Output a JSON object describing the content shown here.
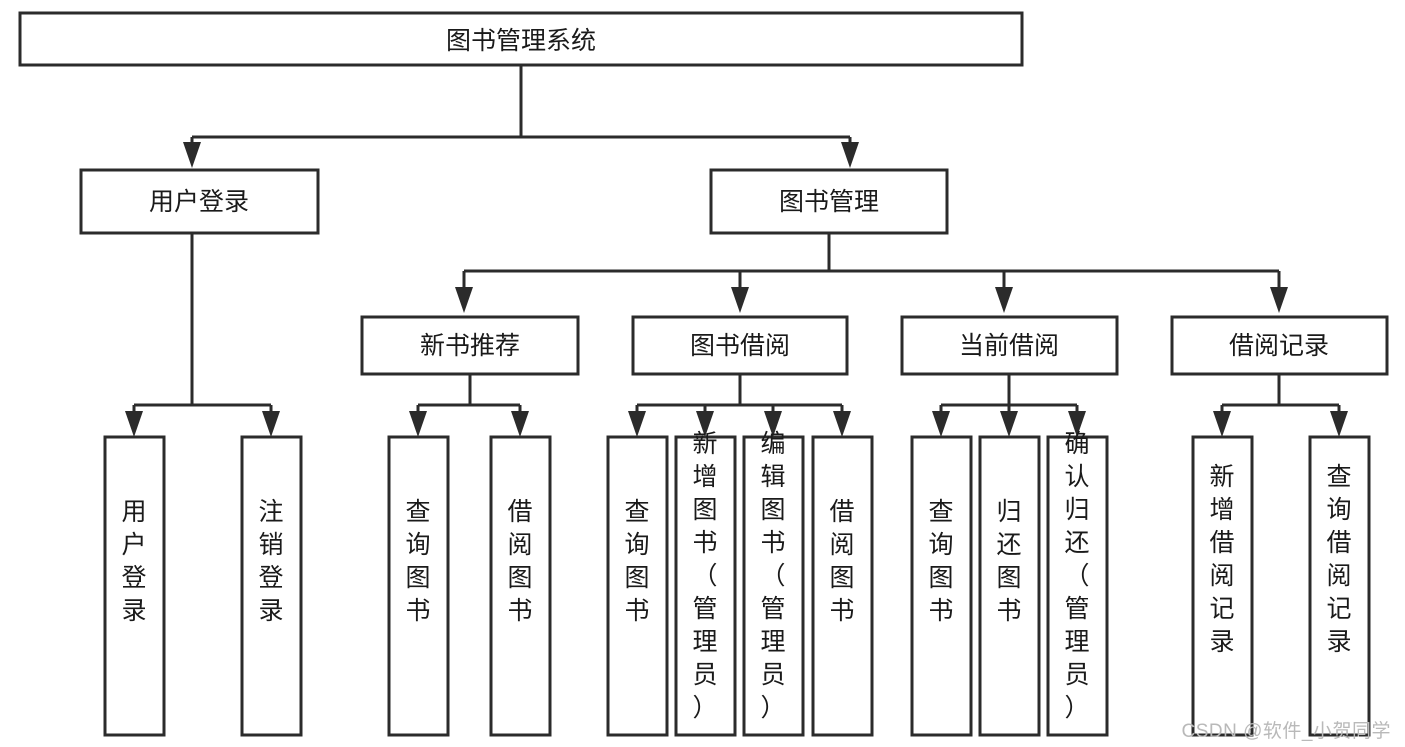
{
  "diagram": {
    "title": "图书管理系统",
    "type": "hierarchy-tree",
    "watermark": "CSDN @软件_小贺同学",
    "colors": {
      "stroke": "#2b2b2b",
      "box_fill": "#ffffff",
      "text": "#1a1a1a",
      "watermark": "#b9b9b9",
      "background": "#ffffff"
    },
    "root": {
      "label": "图书管理系统"
    },
    "level2": [
      {
        "label": "用户登录"
      },
      {
        "label": "图书管理"
      }
    ],
    "level3": [
      {
        "label": "新书推荐"
      },
      {
        "label": "图书借阅"
      },
      {
        "label": "当前借阅"
      },
      {
        "label": "借阅记录"
      }
    ],
    "leaves": {
      "user_login": [
        {
          "label": "用户登录"
        },
        {
          "label": "注销登录"
        }
      ],
      "new_book_recommend": [
        {
          "label": "查询图书"
        },
        {
          "label": "借阅图书"
        }
      ],
      "book_borrow": [
        {
          "label": "查询图书"
        },
        {
          "label": "新增图书（管理员）"
        },
        {
          "label": "编辑图书（管理员）"
        },
        {
          "label": "借阅图书"
        }
      ],
      "current_borrow": [
        {
          "label": "查询图书"
        },
        {
          "label": "归还图书"
        },
        {
          "label": "确认归还（管理员）"
        }
      ],
      "borrow_record": [
        {
          "label": "新增借阅记录"
        },
        {
          "label": "查询借阅记录"
        }
      ]
    }
  }
}
